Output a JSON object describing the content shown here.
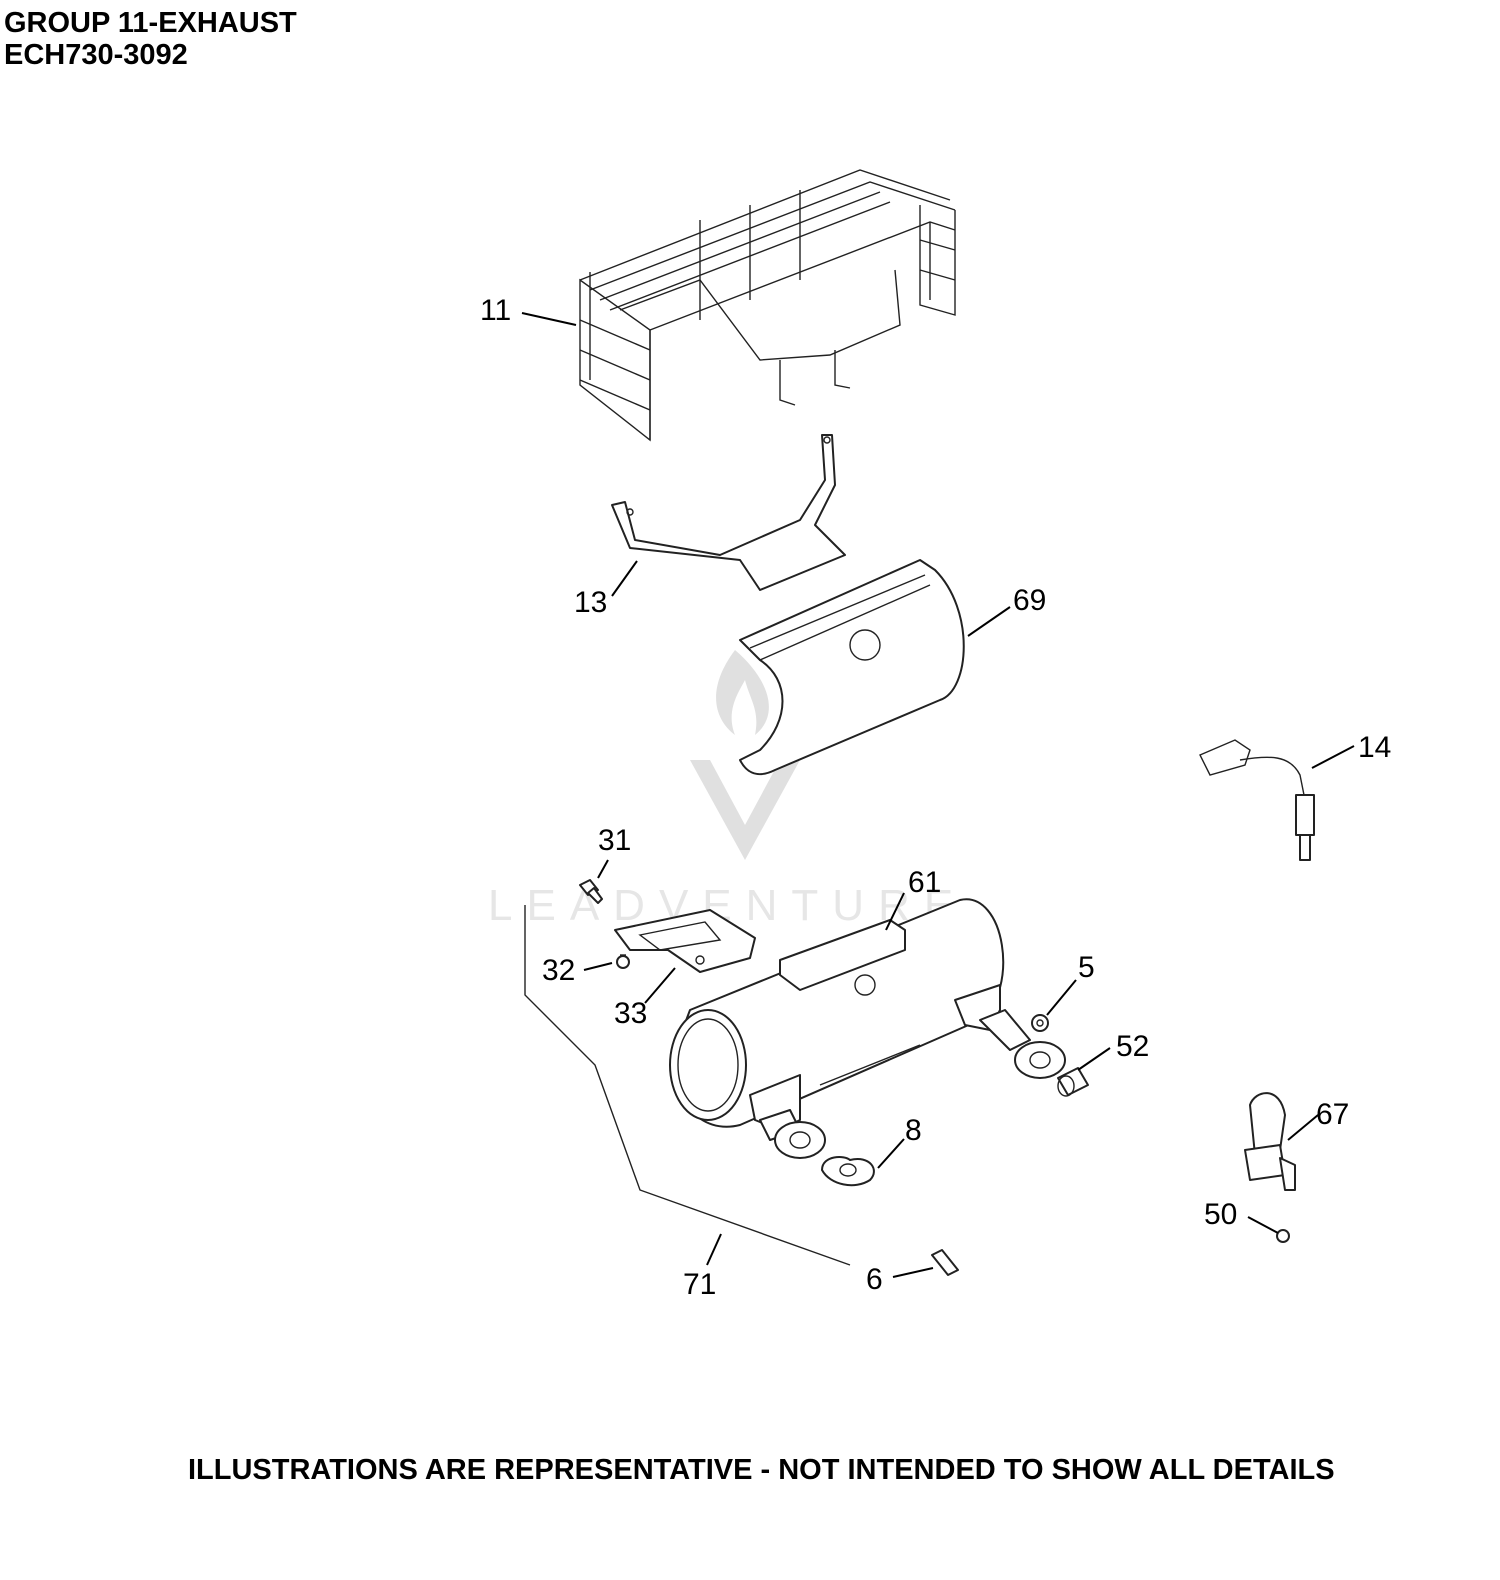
{
  "header": {
    "group_title": "GROUP 11-EXHAUST",
    "model": "ECH730-3092"
  },
  "watermark": {
    "text": "LEADVENTURE"
  },
  "callouts": [
    {
      "id": "11",
      "label": "11"
    },
    {
      "id": "13",
      "label": "13"
    },
    {
      "id": "69",
      "label": "69"
    },
    {
      "id": "14",
      "label": "14"
    },
    {
      "id": "31",
      "label": "31"
    },
    {
      "id": "61",
      "label": "61"
    },
    {
      "id": "32",
      "label": "32"
    },
    {
      "id": "5",
      "label": "5"
    },
    {
      "id": "33",
      "label": "33"
    },
    {
      "id": "52",
      "label": "52"
    },
    {
      "id": "67",
      "label": "67"
    },
    {
      "id": "8",
      "label": "8"
    },
    {
      "id": "50",
      "label": "50"
    },
    {
      "id": "6",
      "label": "6"
    },
    {
      "id": "71",
      "label": "71"
    }
  ],
  "footer": {
    "disclaimer": "ILLUSTRATIONS ARE REPRESENTATIVE - NOT INTENDED TO SHOW ALL DETAILS"
  }
}
